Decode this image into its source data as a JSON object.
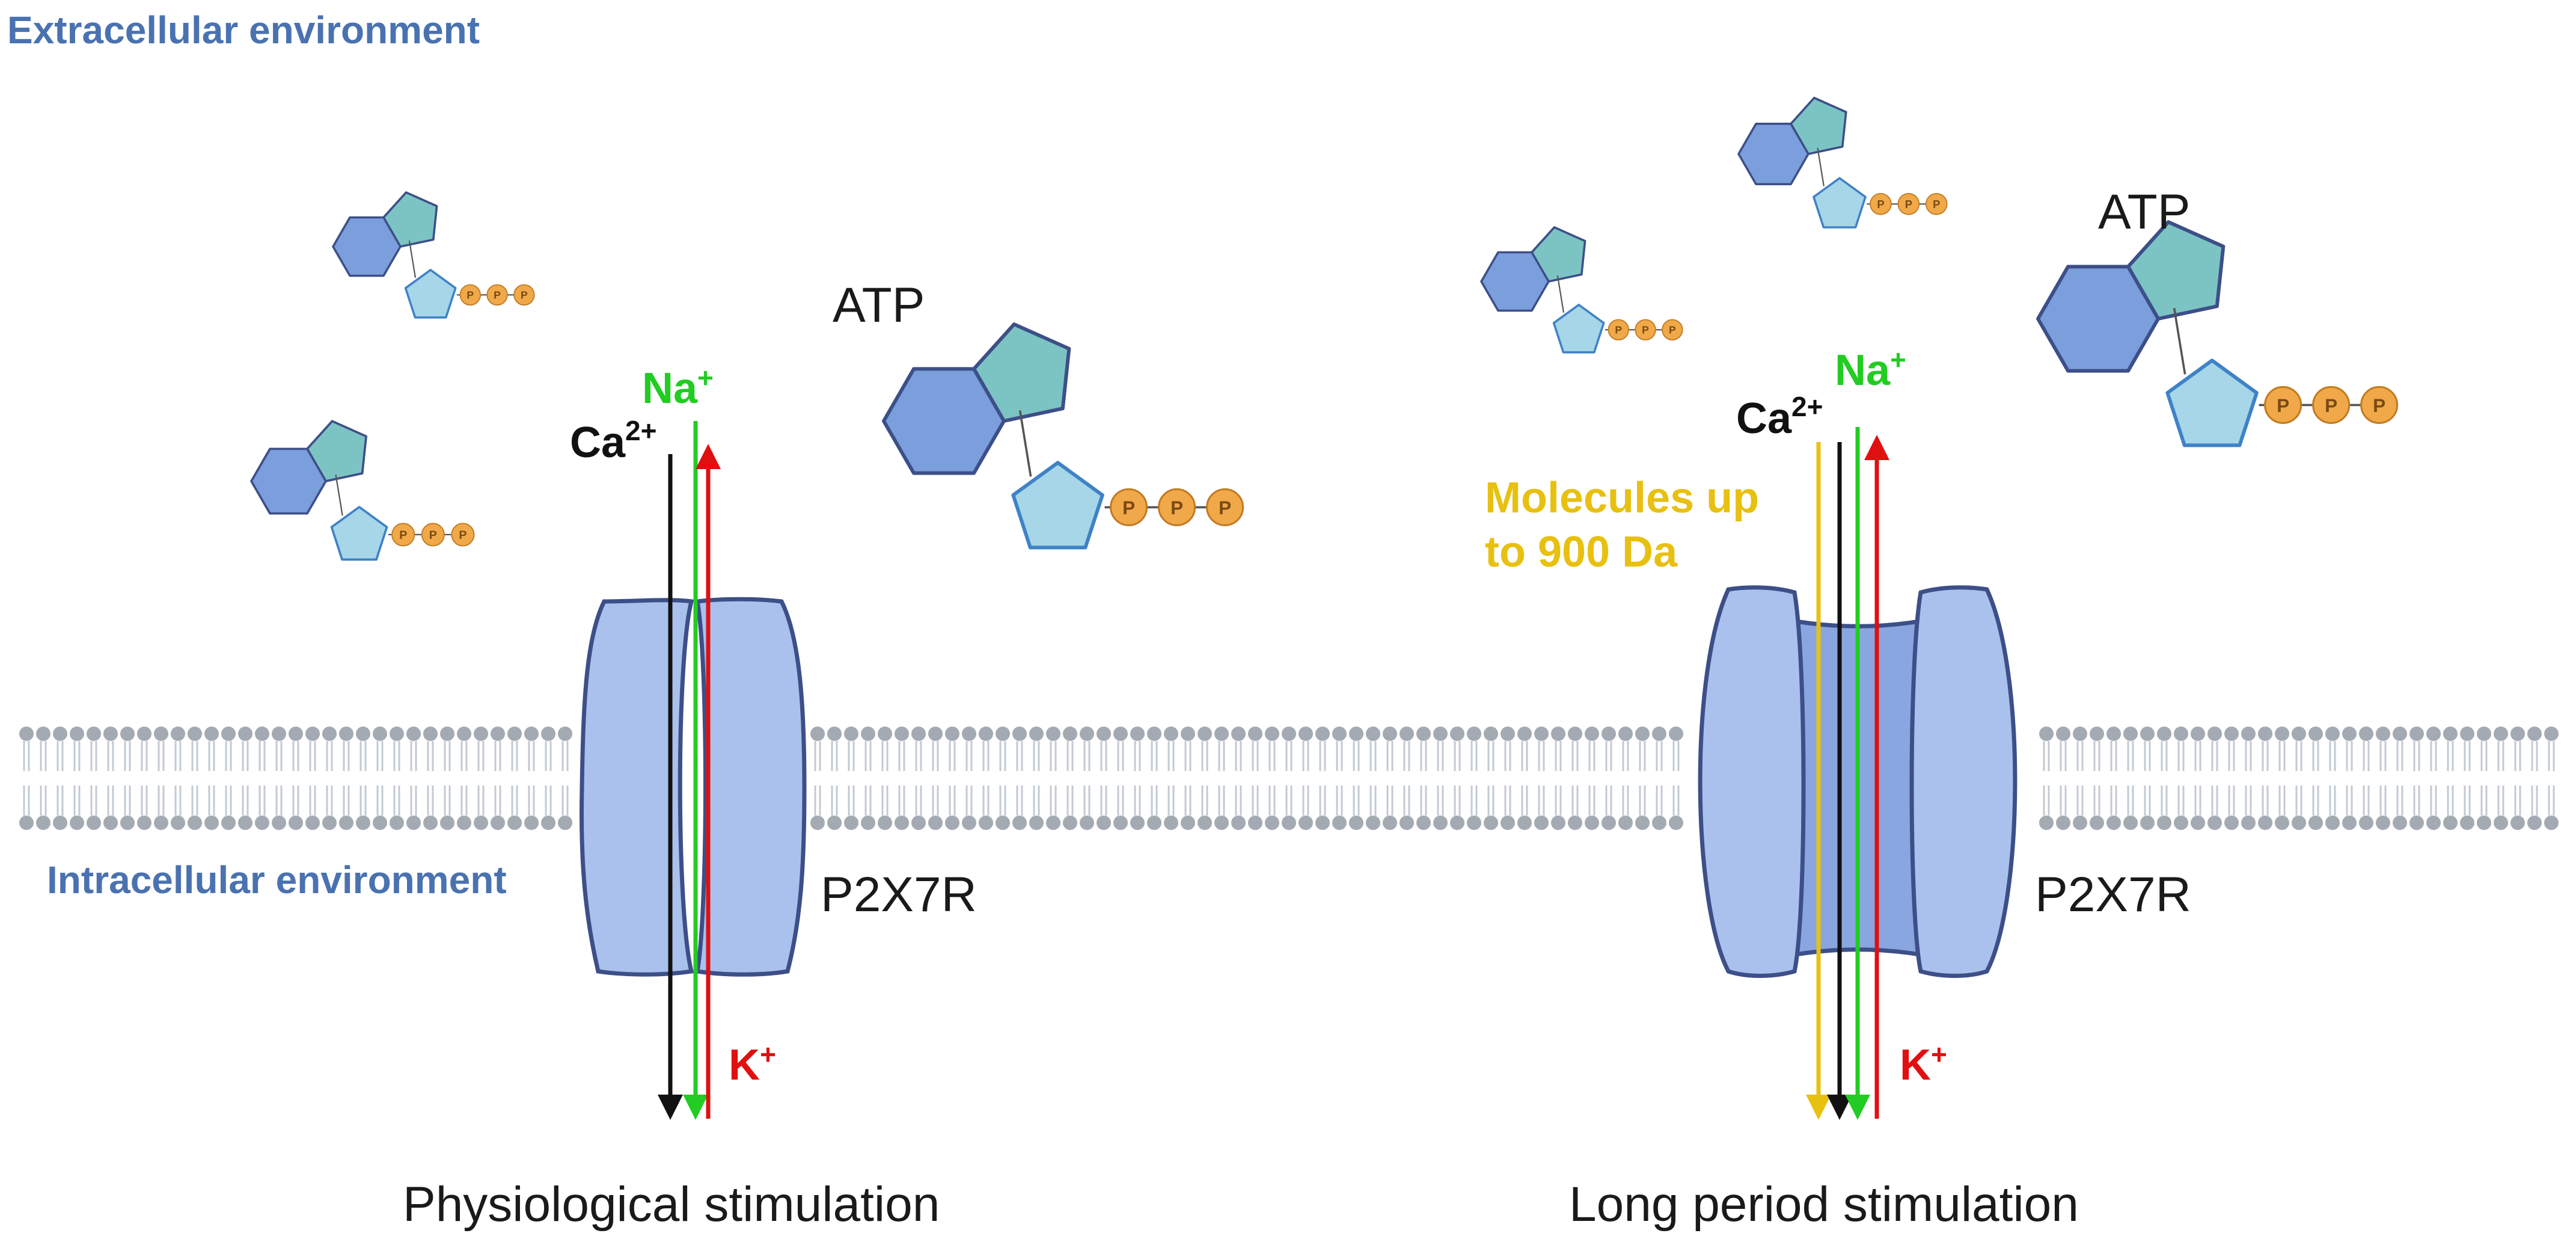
{
  "environment": {
    "extracellular": "Extracellular environment",
    "intracellular": "Intracellular environment"
  },
  "atp": {
    "label": "ATP",
    "phosphate_letter": "P"
  },
  "receptor": {
    "name": "P2X7R"
  },
  "ions": {
    "sodium_base": "Na",
    "sodium_charge": "+",
    "calcium_base": "Ca",
    "calcium_charge": "2+",
    "potassium_base": "K",
    "potassium_charge": "+"
  },
  "large_molecules": {
    "line1": "Molecules up",
    "line2": "to 900 Da"
  },
  "captions": {
    "left": "Physiological stimulation",
    "right": "Long period stimulation"
  },
  "colors": {
    "env_text": "#4a72b0",
    "sodium": "#22cc22",
    "potassium": "#e01010",
    "calcium": "#111111",
    "molecules": "#e8c010",
    "channel_fill": "#a9c1ec",
    "channel_stroke": "#3d4f88",
    "hexagon": "#7b9edc",
    "pentagon_ribose": "#a6d6e8",
    "pentagon_base": "#7cc4c4",
    "phosphate": "#f0a848",
    "membrane_head": "#a4aab2"
  }
}
